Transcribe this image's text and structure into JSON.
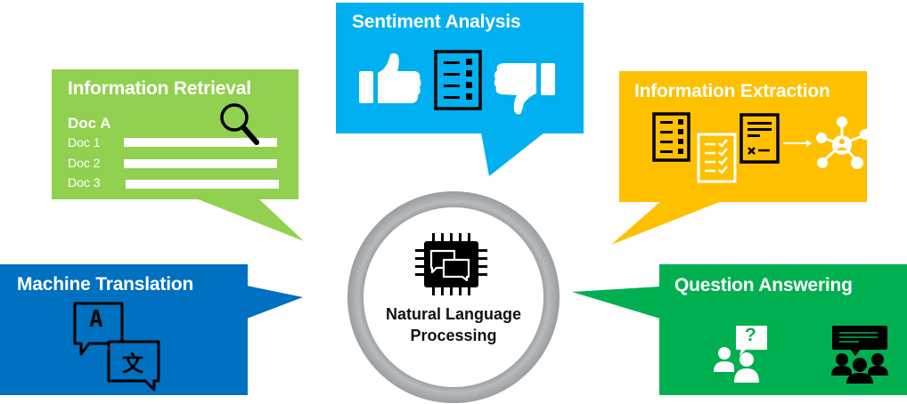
{
  "diagram": {
    "center": {
      "label_line1": "Natural Language",
      "label_line2": "Processing",
      "icon": "chip-chat-icon",
      "ring_color": "#A6A8AB"
    },
    "bubbles": [
      {
        "id": "information-retrieval",
        "title": "Information Retrieval",
        "color": "#92D050",
        "query_label": "Doc A",
        "documents": [
          "Doc 1",
          "Doc 2",
          "Doc 3"
        ],
        "icons": [
          "magnifier-icon"
        ]
      },
      {
        "id": "sentiment-analysis",
        "title": "Sentiment Analysis",
        "color": "#00B0F0",
        "icons": [
          "thumbs-up-icon",
          "checklist-icon",
          "thumbs-down-icon"
        ]
      },
      {
        "id": "information-extraction",
        "title": "Information Extraction",
        "color": "#FFC000",
        "icons": [
          "list-document-icon",
          "checked-list-icon",
          "form-document-icon",
          "arrow-right-icon",
          "network-person-icon"
        ]
      },
      {
        "id": "machine-translation",
        "title": "Machine Translation",
        "color": "#0070C0",
        "icons": [
          "translate-icon"
        ],
        "glyph_source": "A",
        "glyph_target": "文"
      },
      {
        "id": "question-answering",
        "title": "Question Answering",
        "color": "#00B050",
        "icons": [
          "asking-people-icon",
          "group-discussion-icon"
        ],
        "question_glyph": "?"
      }
    ]
  }
}
